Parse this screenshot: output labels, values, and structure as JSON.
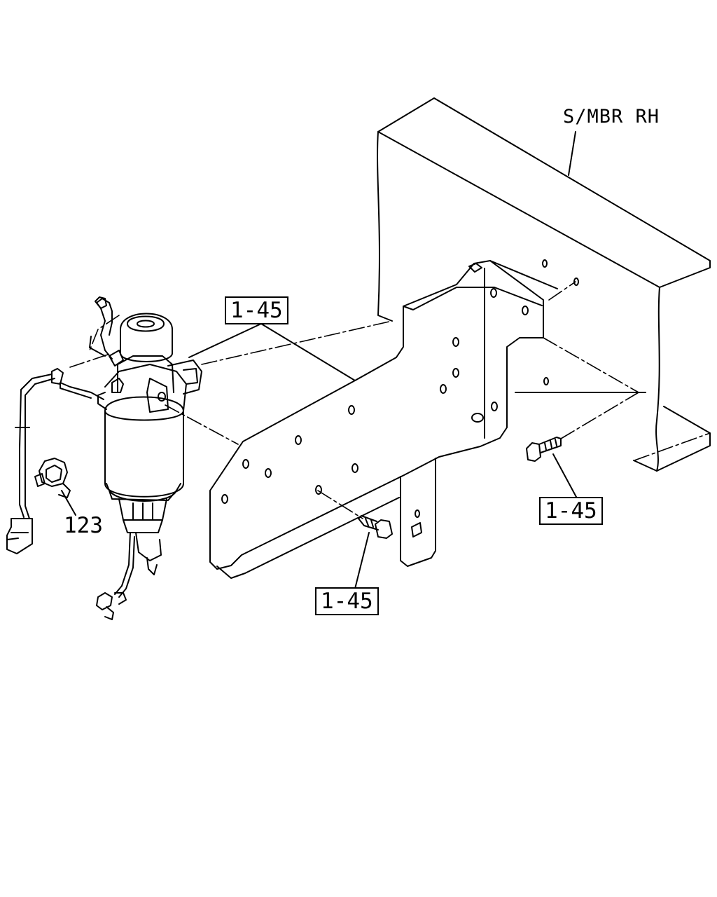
{
  "callouts": {
    "frame_label": "S/MBR RH",
    "ref_bracket_top": "1-45",
    "ref_bolt_right": "1-45",
    "ref_bolt_mid": "1-45",
    "clip_number": "123"
  }
}
